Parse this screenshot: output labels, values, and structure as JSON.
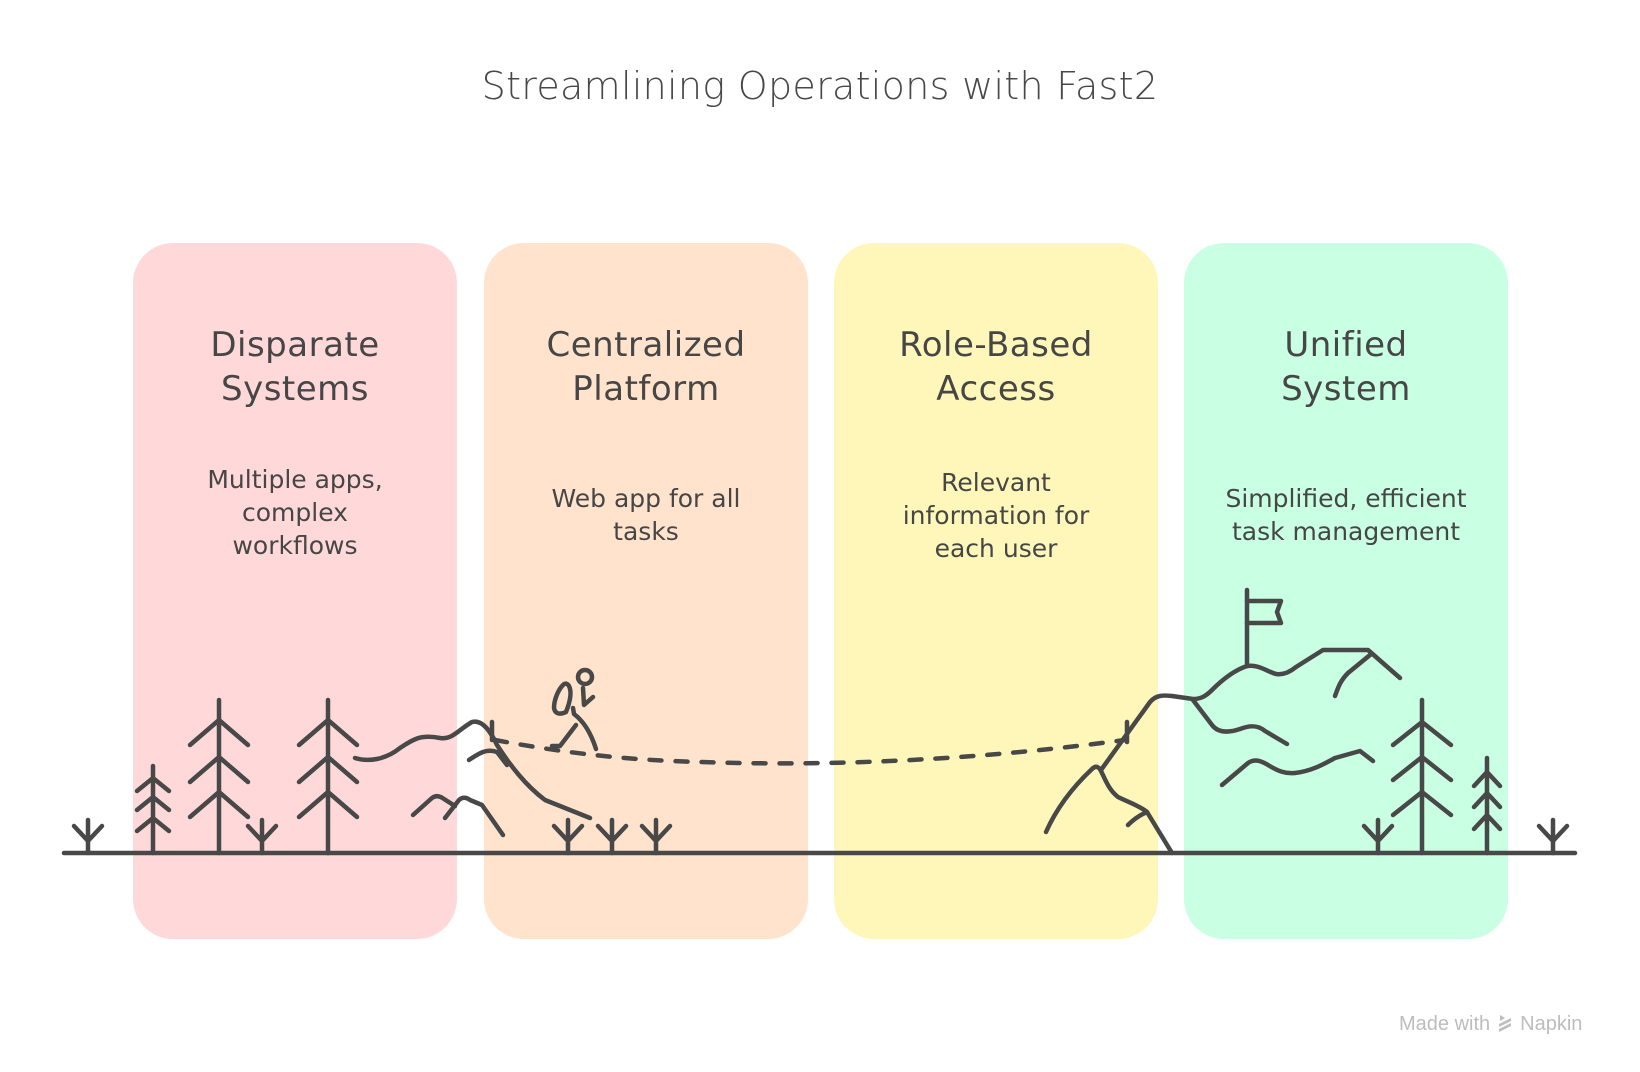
{
  "title": "Streamlining Operations with Fast2",
  "stages": [
    {
      "title": "Disparate\nSystems",
      "description": "Multiple apps,\ncomplex\nworkflows",
      "color": "#FFD9D9"
    },
    {
      "title": "Centralized\nPlatform",
      "description": "Web app for all\ntasks",
      "color": "#FFE3CC"
    },
    {
      "title": "Role-Based\nAccess",
      "description": "Relevant\ninformation for\neach user",
      "color": "#FFF7BA"
    },
    {
      "title": "Unified\nSystem",
      "description": "Simplified, efficient\ntask management",
      "color": "#C9FFE3"
    }
  ],
  "illustration": {
    "elements": [
      "ground-line",
      "pine-trees",
      "sprouts",
      "hills",
      "hiker",
      "dashed-path",
      "summit-flag"
    ],
    "stroke_color": "#484848"
  },
  "watermark": {
    "prefix": "Made with",
    "brand": "Napkin",
    "icon": "napkin-logo-icon",
    "color": "#BDBDBD"
  }
}
